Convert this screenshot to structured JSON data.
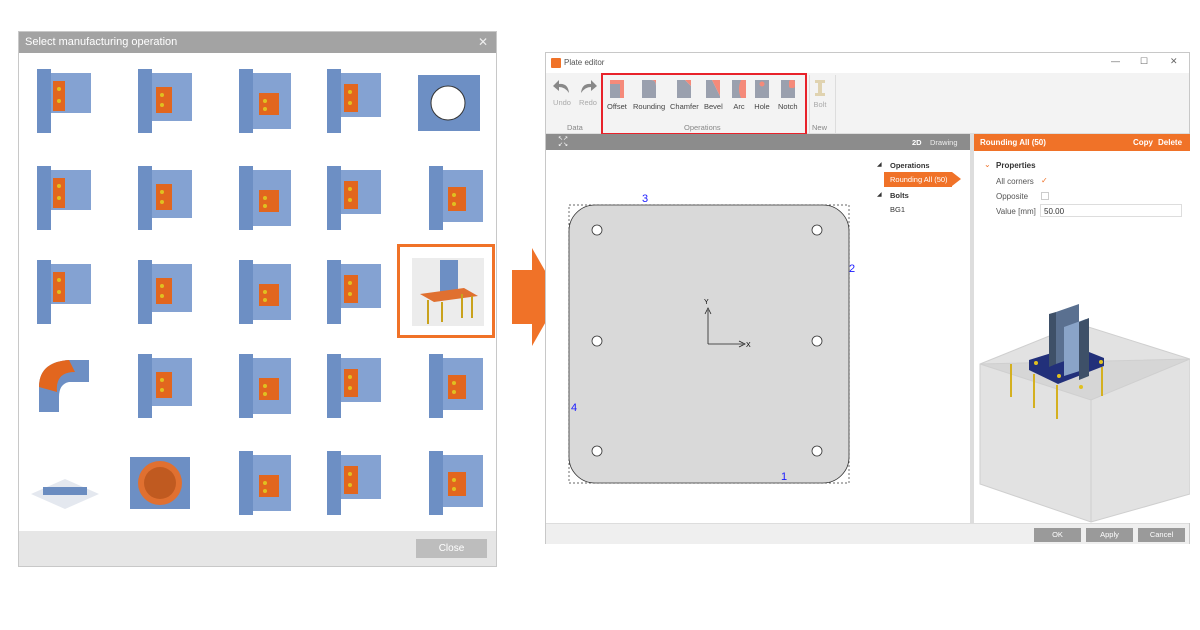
{
  "dialog": {
    "title": "Select manufacturing operation",
    "close_button": "Close",
    "thumbnail_count": 25,
    "selected_index": 14,
    "highlight_color": "#f07228"
  },
  "editor": {
    "title": "Plate editor",
    "ribbon": {
      "data_group": "Data",
      "undo": "Undo",
      "redo": "Redo",
      "operations_group": "Operations",
      "operations": [
        "Offset",
        "Rounding",
        "Chamfer",
        "Bevel",
        "Arc",
        "Hole",
        "Notch"
      ],
      "new_group": "New",
      "bolt": "Bolt"
    },
    "view_bar": {
      "mode_2d": "2D",
      "drawing": "Drawing"
    },
    "edge_labels": [
      "1",
      "2",
      "3",
      "4"
    ],
    "axes": {
      "x": "X",
      "y": "Y"
    },
    "tree": {
      "operations_header": "Operations",
      "operation_item": "Rounding All (50)",
      "bolts_header": "Bolts",
      "bolt_item": "BG1"
    },
    "properties": {
      "title": "Rounding All (50)",
      "copy": "Copy",
      "delete": "Delete",
      "section": "Properties",
      "all_corners_label": "All corners",
      "all_corners": true,
      "opposite_label": "Opposite",
      "opposite": false,
      "value_label": "Value [mm]",
      "value": "50.00"
    },
    "footer": {
      "ok": "OK",
      "apply": "Apply",
      "cancel": "Cancel"
    },
    "accent": "#f07228"
  }
}
